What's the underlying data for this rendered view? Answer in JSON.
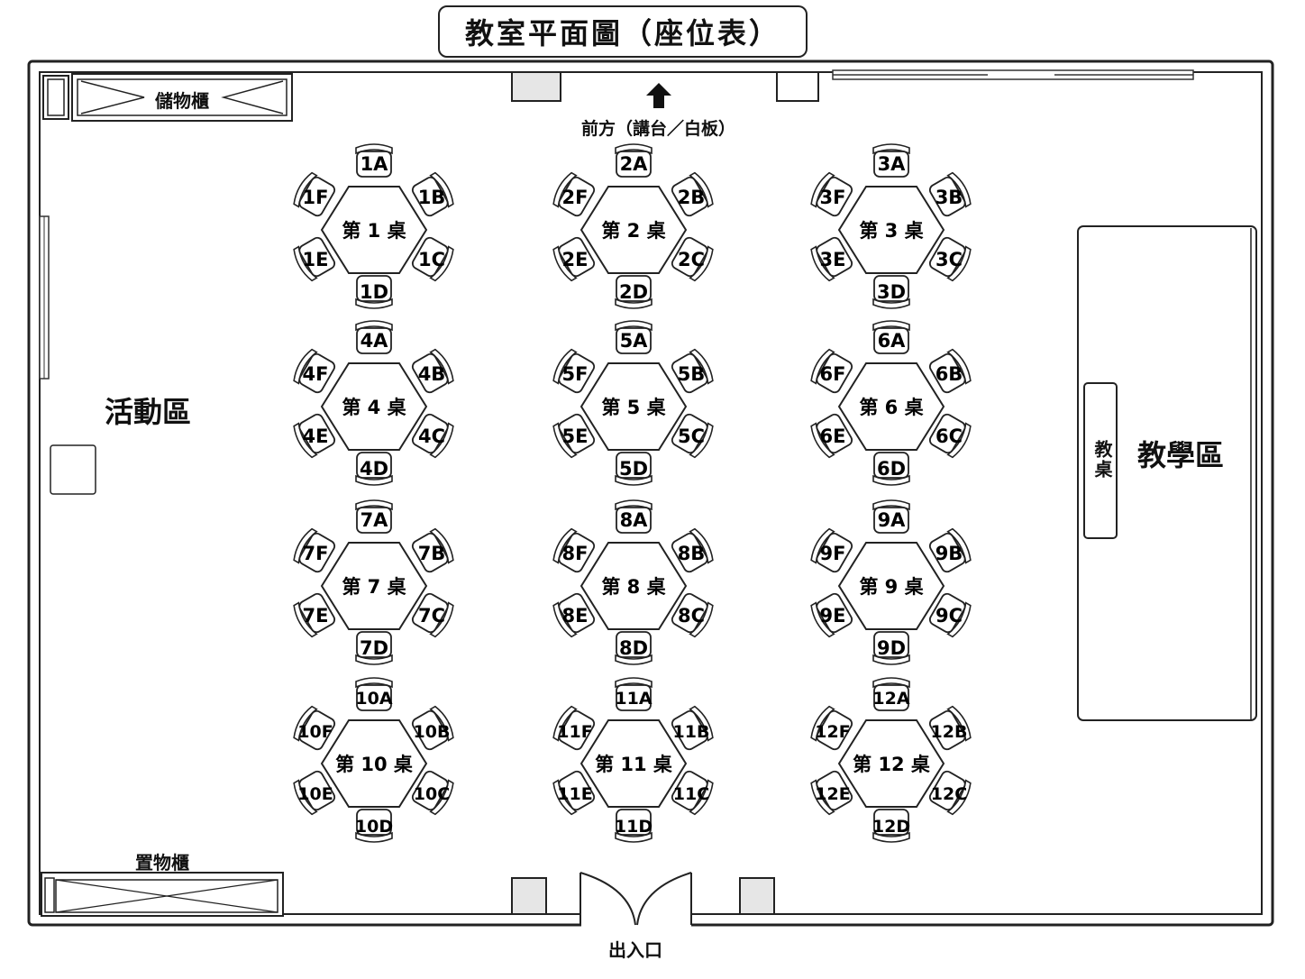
{
  "title": "教室平面圖（座位表）",
  "labels": {
    "front": "前方（講台／白板）",
    "storage_top": "儲物櫃",
    "storage_bottom": "置物櫃",
    "entrance": "出入口",
    "activity_area": "活動區",
    "teaching_area": "教學區",
    "teacher_desk": "教桌"
  },
  "tables": [
    {
      "number": 1,
      "label": "第 1 桌",
      "seats": [
        "1A",
        "1B",
        "1C",
        "1D",
        "1E",
        "1F"
      ]
    },
    {
      "number": 2,
      "label": "第 2 桌",
      "seats": [
        "2A",
        "2B",
        "2C",
        "2D",
        "2E",
        "2F"
      ]
    },
    {
      "number": 3,
      "label": "第 3 桌",
      "seats": [
        "3A",
        "3B",
        "3C",
        "3D",
        "3E",
        "3F"
      ]
    },
    {
      "number": 4,
      "label": "第 4 桌",
      "seats": [
        "4A",
        "4B",
        "4C",
        "4D",
        "4E",
        "4F"
      ]
    },
    {
      "number": 5,
      "label": "第 5 桌",
      "seats": [
        "5A",
        "5B",
        "5C",
        "5D",
        "5E",
        "5F"
      ]
    },
    {
      "number": 6,
      "label": "第 6 桌",
      "seats": [
        "6A",
        "6B",
        "6C",
        "6D",
        "6E",
        "6F"
      ]
    },
    {
      "number": 7,
      "label": "第 7 桌",
      "seats": [
        "7A",
        "7B",
        "7C",
        "7D",
        "7E",
        "7F"
      ]
    },
    {
      "number": 8,
      "label": "第 8 桌",
      "seats": [
        "8A",
        "8B",
        "8C",
        "8D",
        "8E",
        "8F"
      ]
    },
    {
      "number": 9,
      "label": "第 9 桌",
      "seats": [
        "9A",
        "9B",
        "9C",
        "9D",
        "9E",
        "9F"
      ]
    },
    {
      "number": 10,
      "label": "第 10 桌",
      "seats": [
        "10A",
        "10B",
        "10C",
        "10D",
        "10E",
        "10F"
      ]
    },
    {
      "number": 11,
      "label": "第 11 桌",
      "seats": [
        "11A",
        "11B",
        "11C",
        "11D",
        "11E",
        "11F"
      ]
    },
    {
      "number": 12,
      "label": "第 12 桌",
      "seats": [
        "12A",
        "12B",
        "12C",
        "12D",
        "12E",
        "12F"
      ]
    }
  ]
}
